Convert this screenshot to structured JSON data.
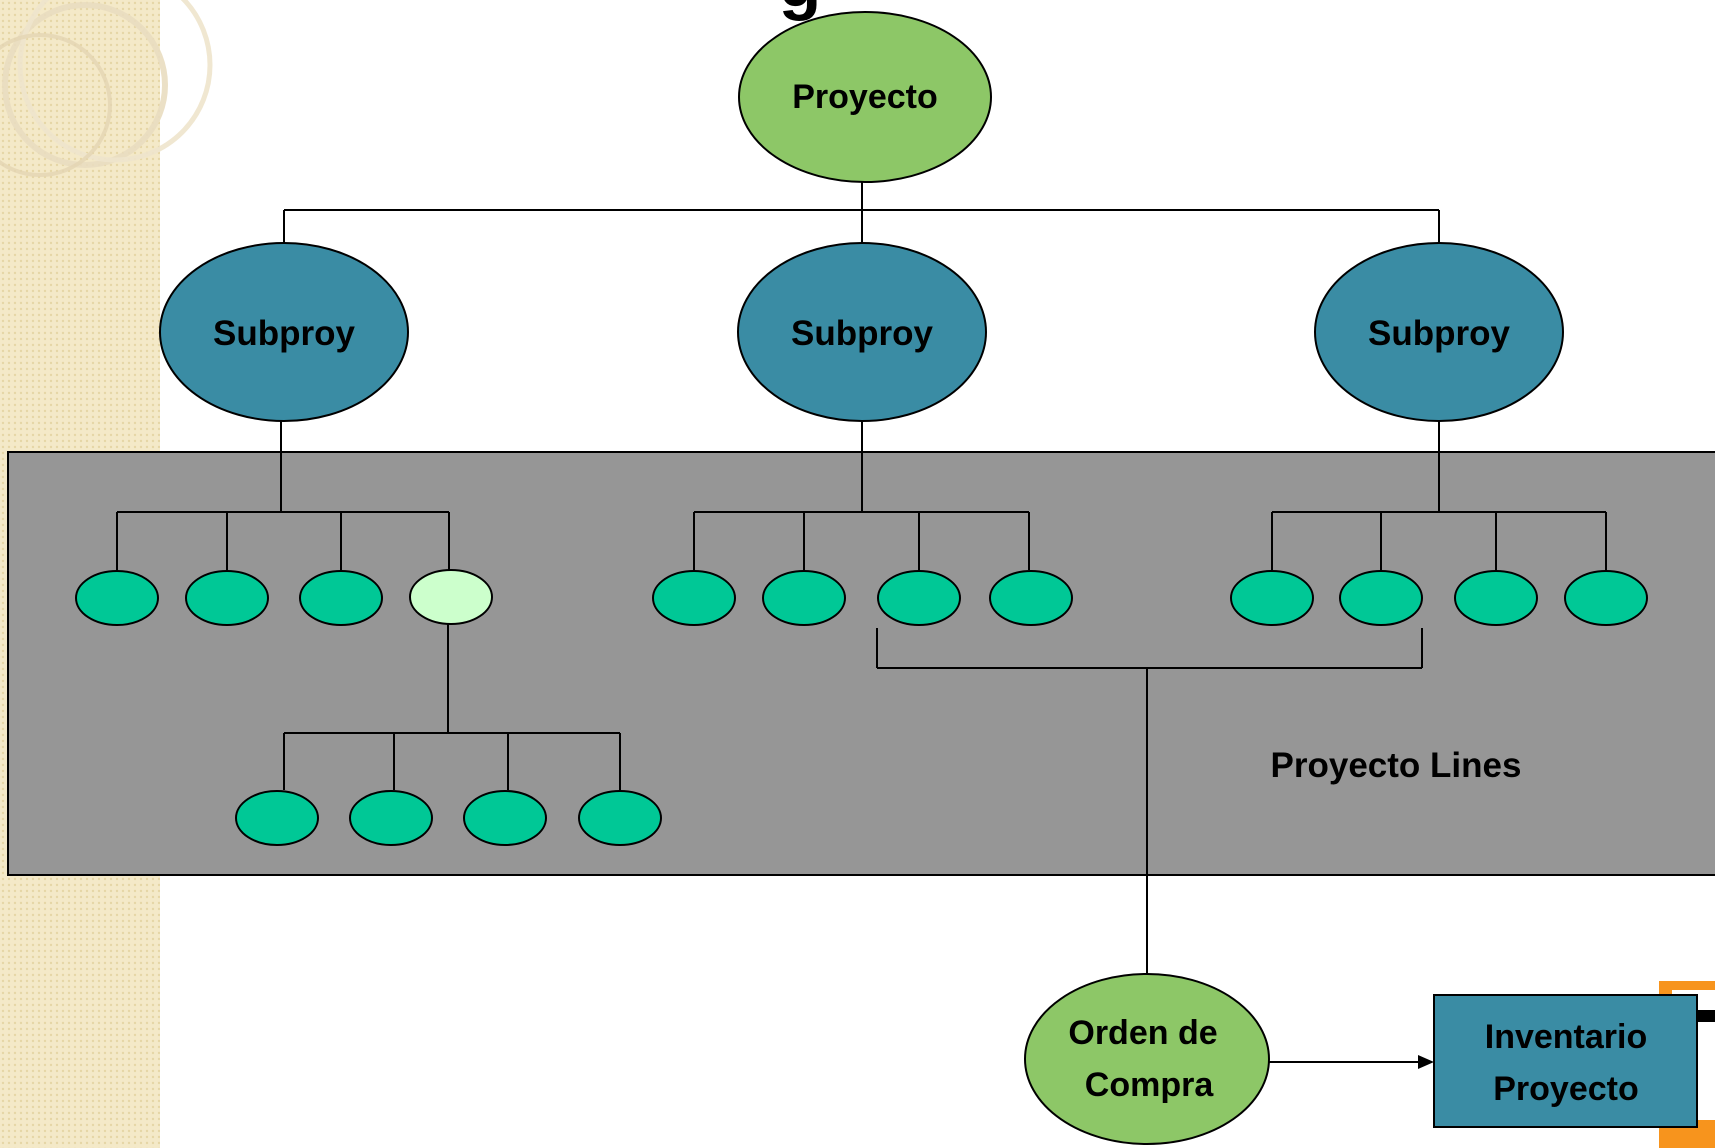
{
  "title_fragment": "g",
  "nodes": {
    "root": "Proyecto",
    "subprojects": [
      "Subproy",
      "Subproy",
      "Subproy"
    ],
    "region_label": "Proyecto Lines",
    "purchase_order": [
      "Orden de",
      "Compra"
    ],
    "inventory": [
      "Inventario",
      "Proyecto"
    ]
  },
  "colors": {
    "root_fill": "#8DC767",
    "subproject_fill": "#3A8CA4",
    "line_fill": "#00C896",
    "line_fill_highlight": "#CCFFCC",
    "region_fill": "#969696",
    "inventory_fill": "#3A8CA4",
    "sidebar": "#F3E6C0",
    "logo_accent": "#F7941D"
  }
}
